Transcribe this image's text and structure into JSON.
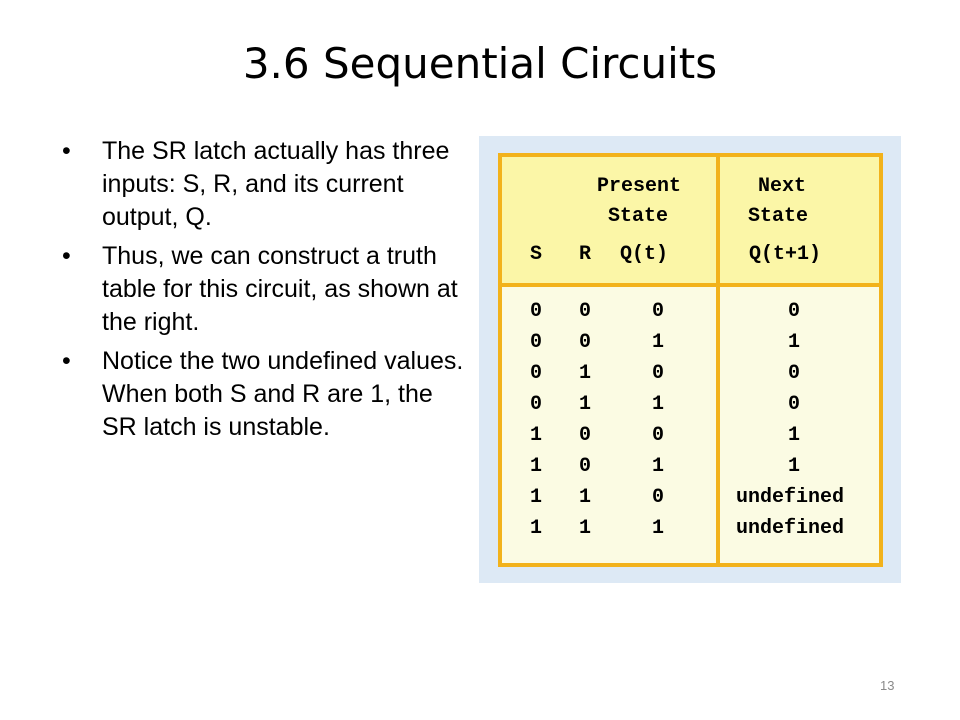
{
  "slide": {
    "title": "3.6 Sequential Circuits",
    "page_number": "13",
    "bullet_char": "•",
    "bullets": [
      "The SR latch actually has three inputs: S, R, and its current output, Q.",
      "Thus, we can construct a truth table for this circuit, as shown at the right.",
      "Notice the two undefined values.  When both S and R are 1, the SR latch is unstable."
    ]
  },
  "truth_table": {
    "header": {
      "present": "Present",
      "present_state": "State",
      "next": "Next",
      "next_state": "State",
      "col_s": "S",
      "col_r": "R",
      "col_qt": "Q(t)",
      "col_qt1": "Q(t+1)"
    },
    "rows": [
      {
        "s": "0",
        "r": "0",
        "qt": "0",
        "qt1": "0"
      },
      {
        "s": "0",
        "r": "0",
        "qt": "1",
        "qt1": "1"
      },
      {
        "s": "0",
        "r": "1",
        "qt": "0",
        "qt1": "0"
      },
      {
        "s": "0",
        "r": "1",
        "qt": "1",
        "qt1": "0"
      },
      {
        "s": "1",
        "r": "0",
        "qt": "0",
        "qt1": "1"
      },
      {
        "s": "1",
        "r": "0",
        "qt": "1",
        "qt1": "1"
      },
      {
        "s": "1",
        "r": "1",
        "qt": "0",
        "qt1": "undefined"
      },
      {
        "s": "1",
        "r": "1",
        "qt": "1",
        "qt1": "undefined"
      }
    ]
  },
  "colors": {
    "border": "#f2b21b",
    "header_fill": "#fbf6a7",
    "body_fill": "#fbfbe3",
    "panel_fill": "#dde9f5"
  }
}
